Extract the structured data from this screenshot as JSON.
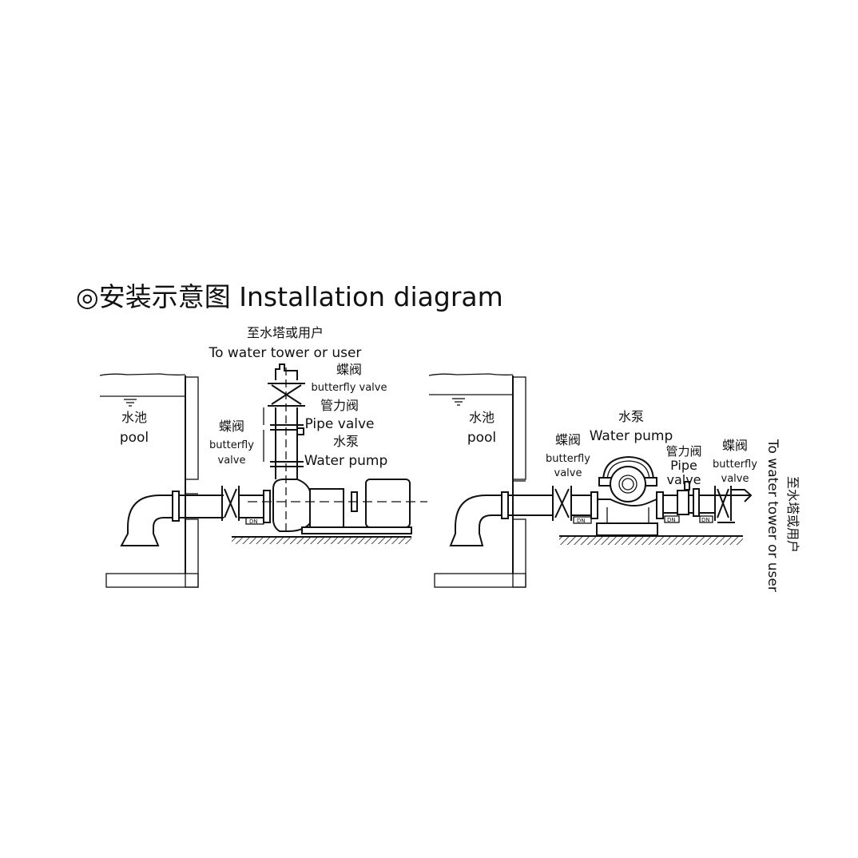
{
  "title": {
    "symbol": "◎",
    "text": "安装示意图 Installation diagram"
  },
  "left_diagram": {
    "pool_cn": "水池",
    "pool_en": "pool",
    "outlet_cn": "至水塔或用户",
    "outlet_en": "To water tower or user",
    "top_valve_cn": "蝶阀",
    "top_valve_en": "butterfly valve",
    "pipe_valve_cn": "管力阀",
    "pipe_valve_en": "Pipe valve",
    "pump_cn": "水泵",
    "pump_en": "Water pump",
    "side_valve_cn": "蝶阀",
    "side_valve_en1": "butterfly",
    "side_valve_en2": "valve",
    "dn": "DN"
  },
  "right_diagram": {
    "pool_cn": "水池",
    "pool_en": "pool",
    "pump_cn": "水泵",
    "pump_en": "Water pump",
    "inlet_valve_cn": "蝶阀",
    "inlet_valve_en1": "butterfly",
    "inlet_valve_en2": "valve",
    "pipe_valve_cn": "管力阀",
    "pipe_valve_en1": "Pipe",
    "pipe_valve_en2": "valve",
    "outlet_valve_cn": "蝶阀",
    "outlet_valve_en1": "butterfly",
    "outlet_valve_en2": "valve",
    "outlet_cn": "至水塔或用户",
    "outlet_en": "To water tower or user",
    "dn": "DN"
  }
}
